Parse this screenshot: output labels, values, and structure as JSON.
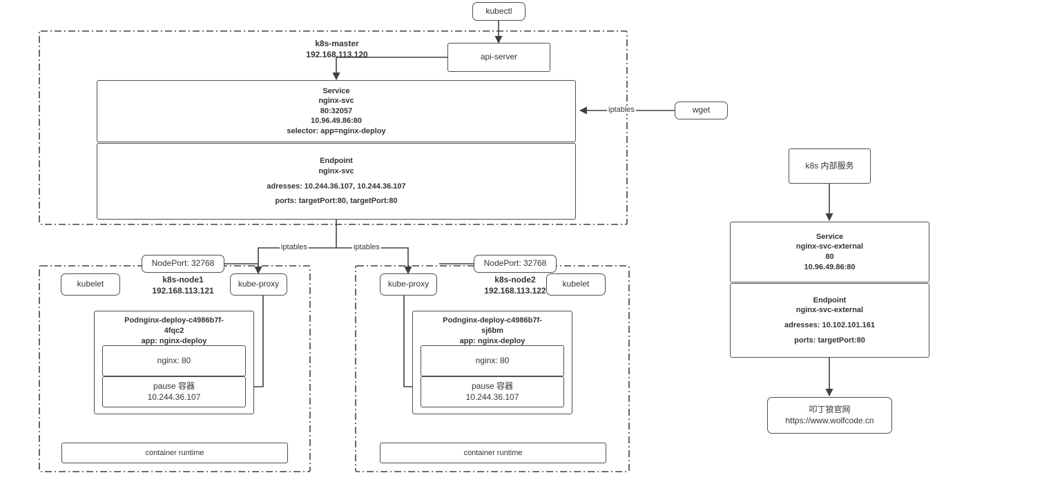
{
  "diagram": {
    "title": "Kubernetes Service / Endpoint traffic flow",
    "accent_color": "#3f3f3f",
    "text_color": "#333333"
  },
  "top": {
    "kubectl": "kubectl",
    "api_server": "api-server"
  },
  "master": {
    "region_label_name": "k8s-master",
    "region_label_ip": "192.168.113.120",
    "service": {
      "title": "Service",
      "name": "nginx-svc",
      "ports": "80:32057",
      "cluster_ip": "10.96.49.86:80",
      "selector": "selector: app=nginx-deploy"
    },
    "endpoint": {
      "title": "Endpoint",
      "name": "nginx-svc",
      "addresses": "adresses: 10.244.36.107, 10.244.36.107",
      "ports": "ports: targetPort:80, targetPort:80"
    }
  },
  "external_client": {
    "wget": "wget",
    "iptables_label": "iptables"
  },
  "bridge": {
    "iptables_left": "iptables",
    "iptables_right": "iptables"
  },
  "node1": {
    "nodeport": "NodePort: 32768",
    "name": "k8s-node1",
    "ip": "192.168.113.121",
    "kubelet": "kubelet",
    "kube_proxy": "kube-proxy",
    "container_runtime": "container runtime",
    "pod": {
      "name_line1": "Podnginx-deploy-c4986b7f-",
      "name_line2": "4fqc2",
      "app": "app: nginx-deploy",
      "container_nginx": "nginx: 80",
      "container_pause_title": "pause 容器",
      "container_pause_ip": "10.244.36.107"
    }
  },
  "node2": {
    "nodeport": "NodePort: 32768",
    "name": "k8s-node2",
    "ip": "192.168.113.122",
    "kubelet": "kubelet",
    "kube_proxy": "kube-proxy",
    "container_runtime": "container runtime",
    "pod": {
      "name_line1": "Podnginx-deploy-c4986b7f-",
      "name_line2": "sj6bm",
      "app": "app: nginx-deploy",
      "container_nginx": "nginx: 80",
      "container_pause_title": "pause 容器",
      "container_pause_ip": "10.244.36.107"
    }
  },
  "external_service": {
    "source": "k8s 内部服务",
    "service": {
      "title": "Service",
      "name": "nginx-svc-external",
      "port": "80",
      "cluster_ip": "10.96.49.86:80"
    },
    "endpoint": {
      "title": "Endpoint",
      "name": "nginx-svc-external",
      "addresses": "adresses: 10.102.101.161",
      "ports": "ports: targetPort:80"
    },
    "target_site": {
      "title": "叩丁狼官网",
      "url": "https://www.wolfcode.cn"
    }
  }
}
